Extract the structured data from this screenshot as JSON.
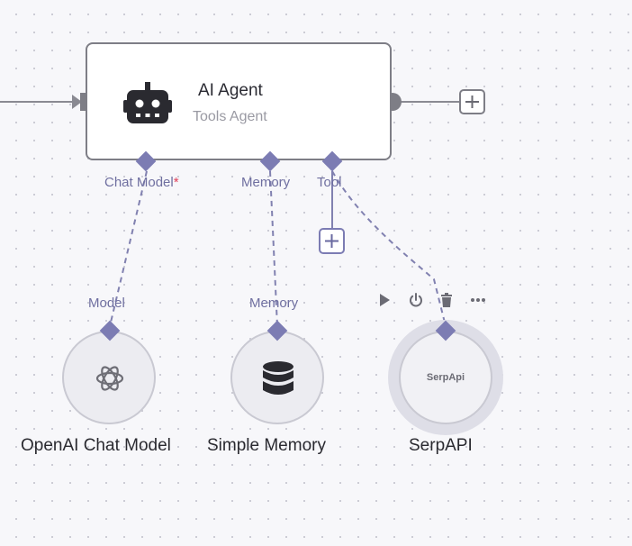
{
  "agent": {
    "title": "AI Agent",
    "subtitle": "Tools Agent"
  },
  "connectors": {
    "chat_model": "Chat Model",
    "chat_model_required": "*",
    "memory": "Memory",
    "tool": "Tool"
  },
  "sub_nodes": [
    {
      "name": "OpenAI Chat Model",
      "input_label": "Model",
      "icon": "openai-icon"
    },
    {
      "name": "Simple Memory",
      "input_label": "Memory",
      "icon": "database-icon"
    },
    {
      "name": "SerpAPI",
      "logo_text": "SerpApi",
      "icon": "serpapi-logo"
    }
  ],
  "toolbar": {
    "icons": [
      "play-icon",
      "power-icon",
      "trash-icon",
      "more-icon"
    ]
  },
  "colors": {
    "connector": "#7c7cb3",
    "line": "#8a8a92",
    "canvas": "#f7f7fa"
  }
}
